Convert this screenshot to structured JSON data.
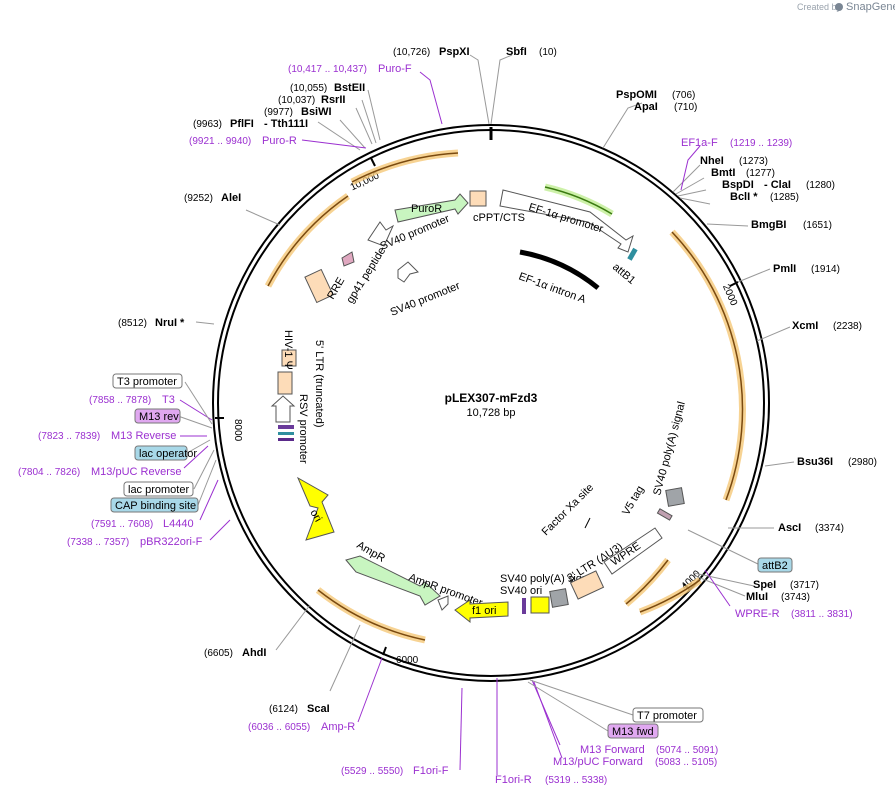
{
  "brand": {
    "created_by": "Created by",
    "name": "SnapGene"
  },
  "plasmid": {
    "name": "pLEX307-mFzd3",
    "size": "10,728 bp"
  },
  "ticks": [
    "2000",
    "4000",
    "6000",
    "8000",
    "10,000"
  ],
  "sites": [
    {
      "name": "PspXI",
      "pos": "(10,726)"
    },
    {
      "name": "SbfI",
      "pos": "(10)"
    },
    {
      "name": "PspOMI",
      "pos": "(706)"
    },
    {
      "name": "ApaI",
      "pos": "(710)"
    },
    {
      "name": "NheI",
      "pos": "(1273)"
    },
    {
      "name": "BmtI",
      "pos": "(1277)"
    },
    {
      "name": "BspDI",
      "extra": "- ClaI",
      "pos": "(1280)"
    },
    {
      "name": "BclI *",
      "pos": "(1285)"
    },
    {
      "name": "BmgBI",
      "pos": "(1651)"
    },
    {
      "name": "PmlI",
      "pos": "(1914)"
    },
    {
      "name": "XcmI",
      "pos": "(2238)"
    },
    {
      "name": "Bsu36I",
      "pos": "(2980)"
    },
    {
      "name": "AscI",
      "pos": "(3374)"
    },
    {
      "name": "SpeI",
      "pos": "(3717)"
    },
    {
      "name": "MluI",
      "pos": "(3743)"
    },
    {
      "name": "ScaI",
      "pos": "(6124)"
    },
    {
      "name": "AhdI",
      "pos": "(6605)"
    },
    {
      "name": "NruI *",
      "pos": "(8512)"
    },
    {
      "name": "AleI",
      "pos": "(9252)"
    },
    {
      "name": "PflFI",
      "extra": "- Tth111I",
      "pos": "(9963)"
    },
    {
      "name": "BsiWI",
      "pos": "(9977)"
    },
    {
      "name": "RsrII",
      "pos": "(10,037)"
    },
    {
      "name": "BstEII",
      "pos": "(10,055)"
    }
  ],
  "primers": [
    {
      "name": "Puro-F",
      "pos": "(10,417 .. 10,437)"
    },
    {
      "name": "Puro-R",
      "pos": "(9921 .. 9940)"
    },
    {
      "name": "EF1a-F",
      "pos": "(1219 .. 1239)"
    },
    {
      "name": "WPRE-R",
      "pos": "(3811 .. 3831)"
    },
    {
      "name": "M13 Forward",
      "pos": "(5074 .. 5091)"
    },
    {
      "name": "M13/pUC Forward",
      "pos": "(5083 .. 5105)"
    },
    {
      "name": "F1ori-R",
      "pos": "(5319 .. 5338)"
    },
    {
      "name": "F1ori-F",
      "pos": "(5529 .. 5550)"
    },
    {
      "name": "Amp-R",
      "pos": "(6036 .. 6055)"
    },
    {
      "name": "pBR322ori-F",
      "pos": "(7338 .. 7357)"
    },
    {
      "name": "L4440",
      "pos": "(7591 .. 7608)"
    },
    {
      "name": "M13/pUC Reverse",
      "pos": "(7804 .. 7826)"
    },
    {
      "name": "M13 Reverse",
      "pos": "(7823 .. 7839)"
    },
    {
      "name": "T3",
      "pos": "(7858 .. 7878)"
    }
  ],
  "boxed_labels": [
    "T3 promoter",
    "M13 rev",
    "lac operator",
    "lac promoter",
    "CAP binding site",
    "attB2",
    "T7 promoter",
    "M13 fwd"
  ],
  "features": [
    "PuroR",
    "cPPT/CTS",
    "EF-1α promoter",
    "SV40 promoter",
    "attB1",
    "EF-1α intron A",
    "RRE",
    "gp41 peptide",
    "SV40 promoter",
    "HIV-1 Ψ",
    "RSV promoter",
    "5' LTR (truncated)",
    "ori",
    "AmpR",
    "AmpR promoter",
    "f1 ori",
    "SV40 poly(A) signal",
    "SV40 ori",
    "3' LTR (ΔU3)",
    "WPRE",
    "Factor Xa site",
    "V5 tag",
    "SV40 poly(A) signal"
  ],
  "colors": {
    "primer": "#9b30d0",
    "orf": "#f0a030",
    "puror_fill": "#c8f5c0",
    "ori_fill": "#ffff00",
    "ltr_fill": "#fddcb8",
    "boxed_blue": "#a8d8e8",
    "boxed_purple": "#e0a8f0"
  }
}
